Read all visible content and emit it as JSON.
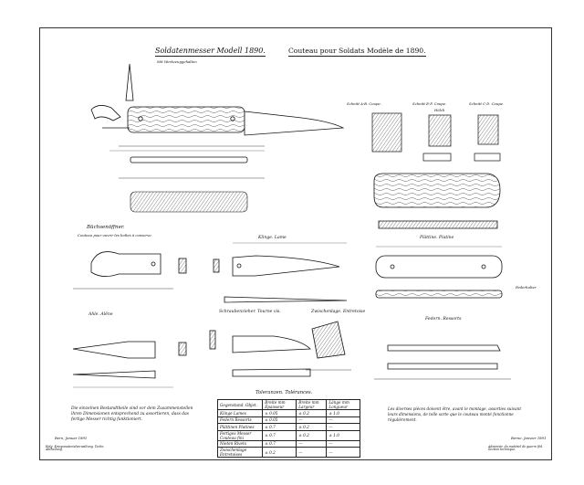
{
  "title": {
    "german": "Soldatenmesser Modell 1890.",
    "french": "Couteau pour Soldats Modèle de 1890."
  },
  "sections": {
    "main_view_label": "Mit Werkzeuggehalten",
    "section_ab": "Schnitt A-B. Coupe.",
    "section_ef": "Schnitt E-F. Coupe.",
    "section_cd": "Schnitt C-D. Coupe.",
    "hoelzli": "Hölzli",
    "can_opener": "Büchsenöffner.",
    "can_opener_fr": "Couteau pour ouvrir les boîtes à conserve.",
    "blade": "Klinge. Lame",
    "scales": "Plättine. Platine",
    "awl": "Ahle. Alêne",
    "screwdriver": "Schraubenzieher. Tourne vis.",
    "spacer": "Zwischenlage. Entretoise",
    "springs": "Federn. Ressorts",
    "spring_label": "Federhalter"
  },
  "notes": {
    "german": "Die einzelnen Bestandtheile sind vor dem Zusammenstellen ihren Dimensionen entsprechend zu assortieren, dass das fertige Messer richtig funktioniert.",
    "french": "Les diverses pièces doivent être, avant le montage, assorties suivant leurs dimensions, de telle sorte que le couteau monté fonctionne régulièrement.",
    "date_left": "Bern, Januar 1891",
    "date_right": "Berne, Janvier 1891",
    "signature_left": "Eidg. Kriegsmaterialverwaltung. Techn. Abtheilung.",
    "signature_right": "Administr. du matériel de guerre féd. Section technique."
  },
  "tolerances": {
    "title": "Toleranzen. Tolérances.",
    "headers": [
      "Gegenstand. Objet.",
      "Breite mm Épaisseur",
      "Breite mm Largeur",
      "Länge mm Longueur"
    ],
    "rows": [
      [
        "Klinge  Lames",
        "± 0.05",
        "± 0.2",
        "± 1.0"
      ],
      [
        "Federn  Ressorts",
        "± 0.05",
        "—",
        "—"
      ],
      [
        "Plättinen  Platines",
        "± 0.7",
        "± 0.2",
        "—"
      ],
      [
        "Fertiges Messer  Couteau fini",
        "± 0.7",
        "± 0.2",
        "± 1.0"
      ],
      [
        "Nieten  Rivets",
        "± 0.7",
        "—",
        "—"
      ],
      [
        "Zwischenlage  Entretoises",
        "± 0.2",
        "—",
        "—"
      ]
    ]
  }
}
